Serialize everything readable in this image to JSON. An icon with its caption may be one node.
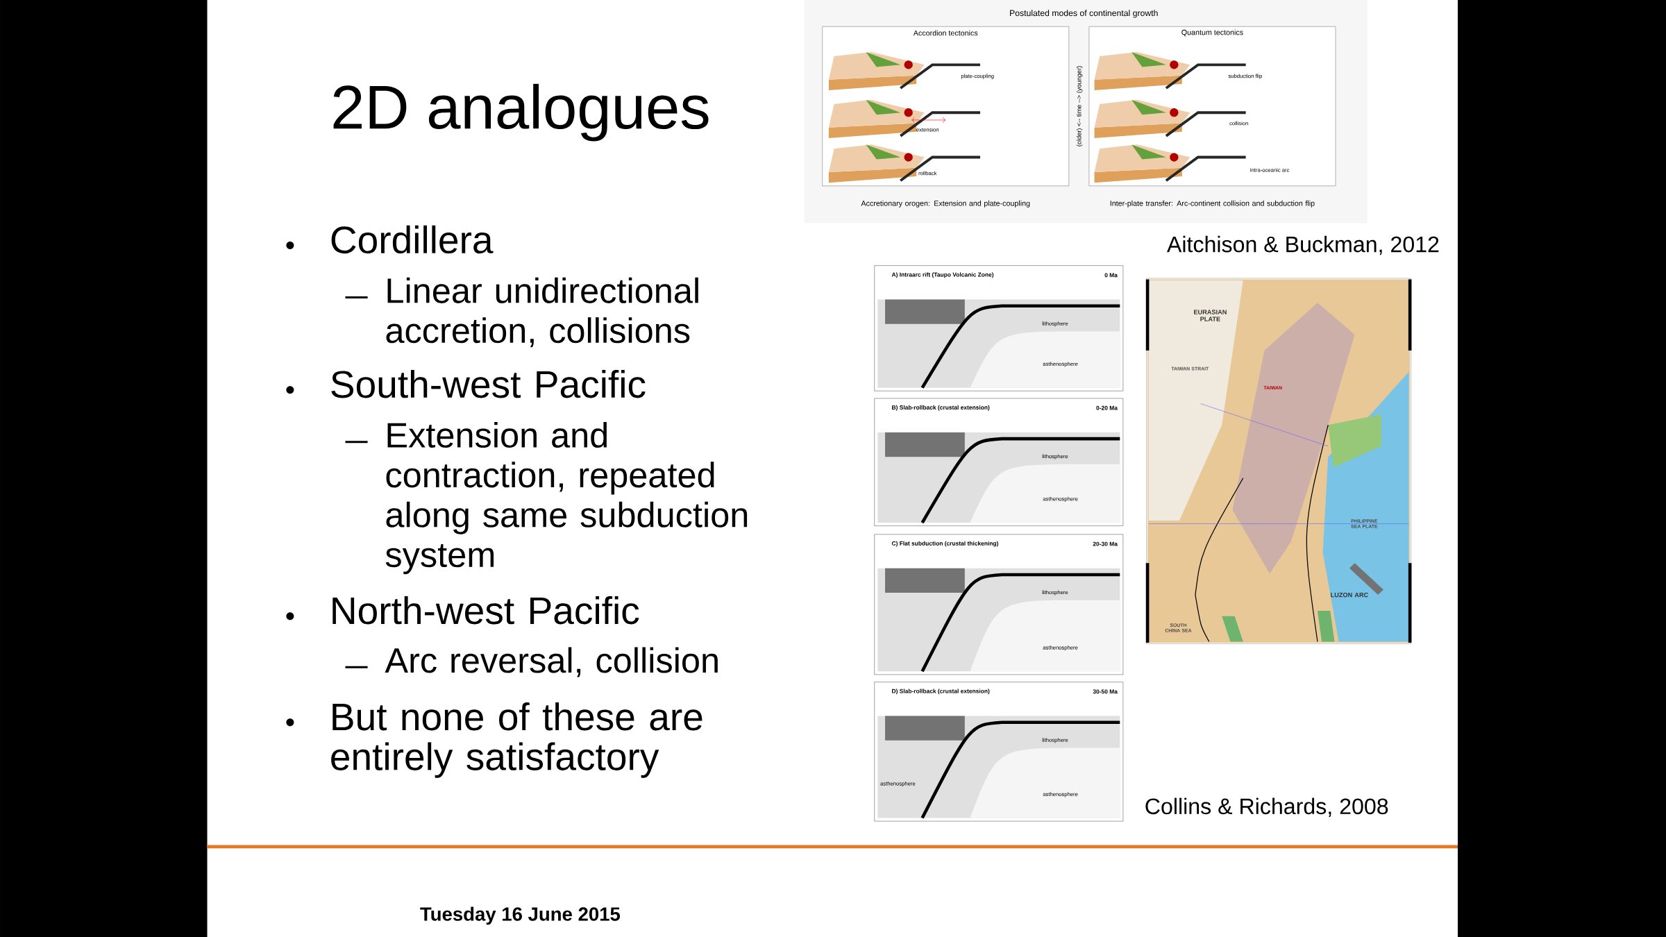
{
  "diagram": {
    "title": "2D analogues",
    "labels": [
      "Cordillera",
      "Linear unidirectional accretion, collisions",
      "South-west Pacific",
      "Extension and contraction, repeated along same subduction system",
      "North-west Pacific",
      "Arc reversal, collision",
      "But none of these are entirely satisfactory",
      "Postulated modes of continental growth",
      "Accordion tectonics",
      "plate-coupling",
      "extension",
      "rollback",
      "(older) <-- time --> (younger)",
      "Quantum tectonics",
      "subduction flip",
      "collision",
      "intra-oceanic arc",
      "Accretionary orogen: Extension and plate-coupling",
      "Inter-plate transfer: Arc-continent collision and subduction flip",
      "Aitchison & Buckman, 2012",
      "A) Intraarc rift (Taupo Volcanic Zone)",
      "0 Ma",
      "lithosphere",
      "asthenosphere",
      "B) Slab-rollback (crustal extension)",
      "0-20 Ma",
      "lithosphere",
      "asthenosphere",
      "C) Flat subduction (crustal thickening)",
      "20-30 Ma",
      "lithosphere",
      "asthenosphere",
      "D) Slab-rollback (crustal extension)",
      "30-50 Ma",
      "lithosphere",
      "asthenosphere",
      "asthenosphere",
      "EURASIAN PLATE",
      "TAIWAN STRAIT",
      "TAIWAN",
      "PHILIPPINE SEA PLATE",
      "LUZON ARC",
      "SOUTH CHINA SEA",
      "Collins & Richards, 2008",
      "Tuesday 16 June 2015"
    ]
  }
}
